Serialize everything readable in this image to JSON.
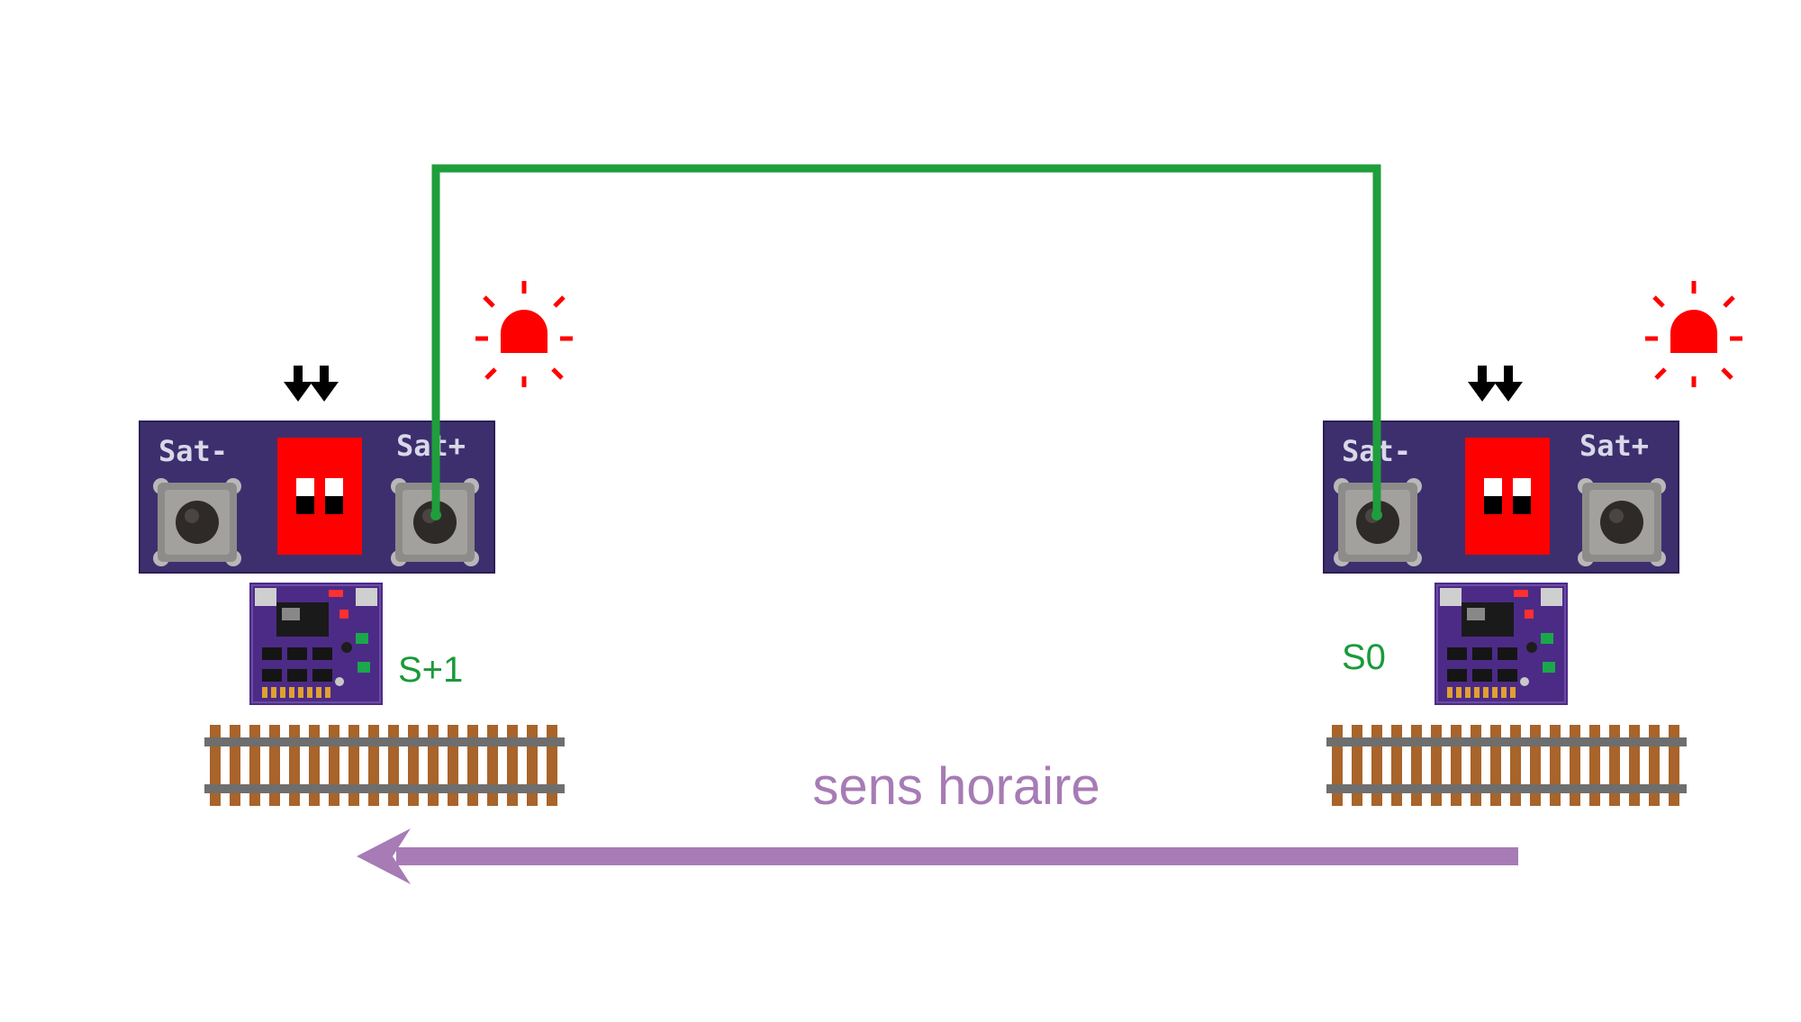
{
  "colors": {
    "wire": "#1f9e3c",
    "board": "#3d2f6e",
    "switch": "#ff0000",
    "alarm": "#ff0000",
    "direction": "#a77bb5",
    "rail": "#6e6e6e",
    "sleeper": "#a8642a",
    "label": "#1a9a3a"
  },
  "satellites": [
    {
      "id_label": "S+1",
      "button_minus": "Sat-",
      "button_plus": "Sat+",
      "wired_button": "plus"
    },
    {
      "id_label": "S0",
      "button_minus": "Sat-",
      "button_plus": "Sat+",
      "wired_button": "minus"
    }
  ],
  "direction": {
    "label": "sens horaire",
    "arrow": "left"
  },
  "icons": [
    "alarm-light-icon",
    "double-down-arrow-icon",
    "dip-switch-icon",
    "push-button-icon",
    "circuit-board-icon",
    "rail-track-icon"
  ]
}
